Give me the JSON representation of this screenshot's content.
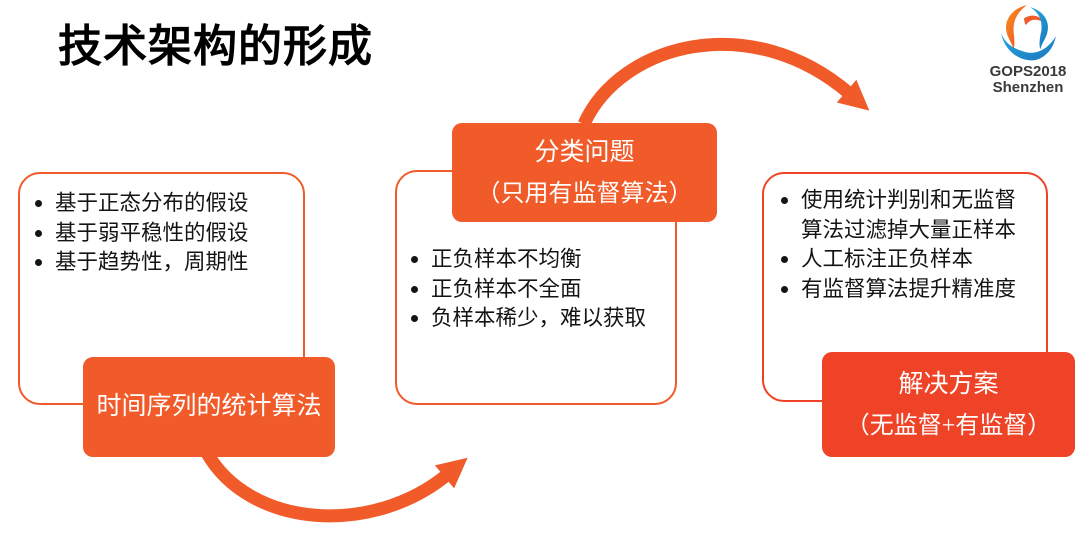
{
  "title": "技术架构的形成",
  "logo": {
    "line1": "GOPS2018",
    "line2": "Shenzhen"
  },
  "colors": {
    "orange": "#F15A29",
    "red": "#EF4327",
    "ink": "#141414",
    "white": "#FFFFFF"
  },
  "boxes": {
    "left": {
      "bullets": [
        "基于正态分布的假设",
        "基于弱平稳性的假设",
        "基于趋势性，周期性"
      ],
      "label": "时间序列的统计算法"
    },
    "middle": {
      "bullets": [
        "正负样本不均衡",
        "正负样本不全面",
        "负样本稀少，难以获取"
      ],
      "label_line1": "分类问题",
      "label_line2": "（只用有监督算法）"
    },
    "right": {
      "bullets": [
        "使用统计判别和无监督算法过滤掉大量正样本",
        "人工标注正负样本",
        "有监督算法提升精准度"
      ],
      "label_line1": "解决方案",
      "label_line2": "（无监督+有监督）"
    }
  }
}
